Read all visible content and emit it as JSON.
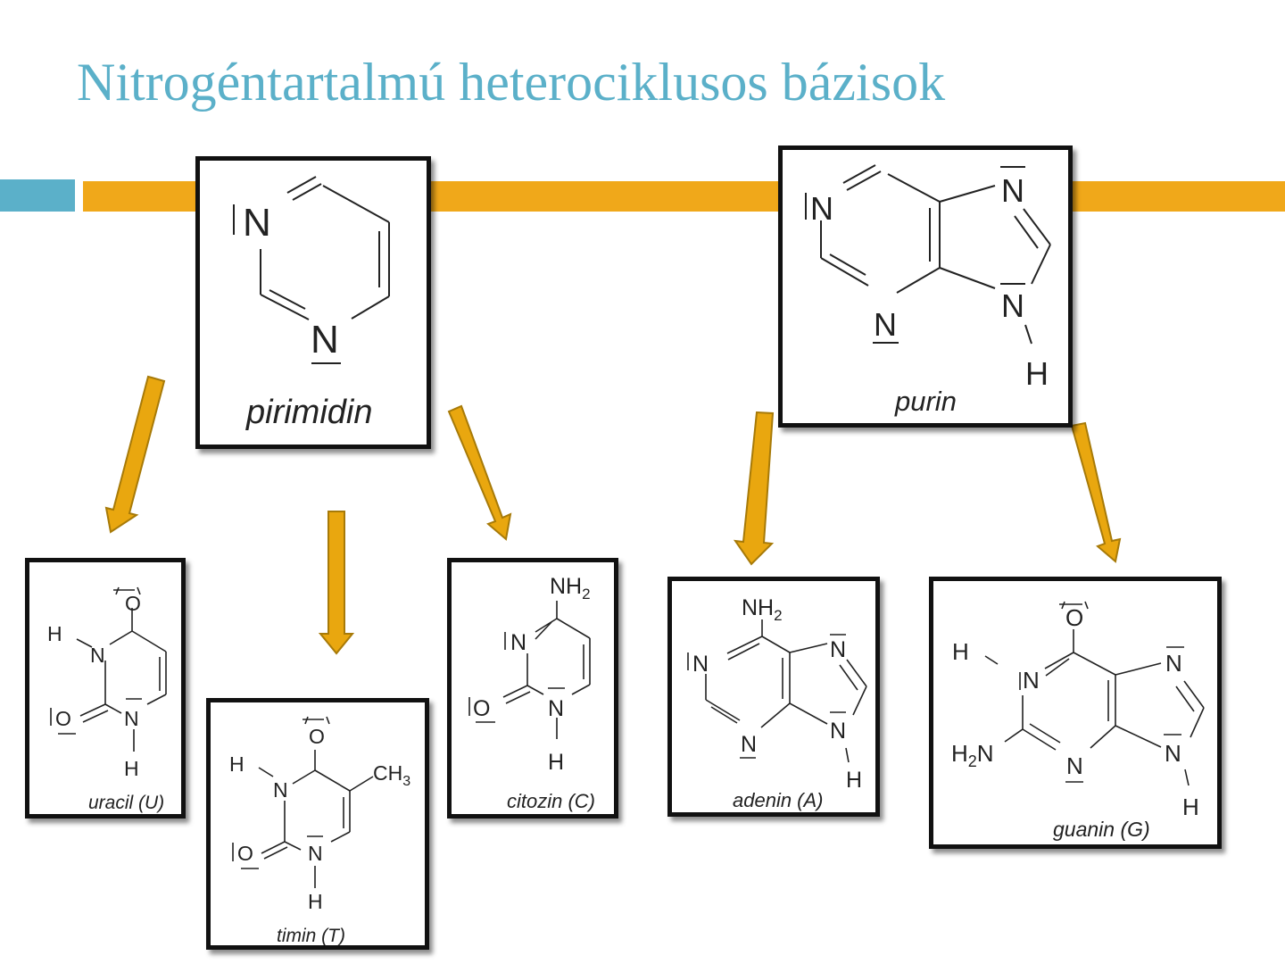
{
  "slide": {
    "title": "Nitrogéntartalmú heterociklusos bázisok"
  },
  "molecules": {
    "pirimidin": {
      "caption": "pirimidin",
      "atoms": {
        "n1": "N",
        "n3": "N"
      }
    },
    "purin": {
      "caption": "purin",
      "atoms": {
        "n1": "N",
        "n3": "N",
        "n7": "N",
        "n9": "N",
        "h9": "H"
      }
    },
    "uracil": {
      "caption": "uracil (U)",
      "atoms": {
        "o4": "O",
        "h3": "H",
        "n3": "N",
        "o2": "O",
        "n1": "N",
        "h1": "H"
      }
    },
    "timin": {
      "caption": "timin (T)",
      "atoms": {
        "o4": "O",
        "h3": "H",
        "n3": "N",
        "ch3_c": "CH",
        "ch3_sub": "3",
        "o2": "O",
        "n1": "N",
        "h1": "H"
      }
    },
    "citozin": {
      "caption": "citozin (C)",
      "atoms": {
        "nh2_n": "NH",
        "nh2_sub": "2",
        "n3": "N",
        "o2": "O",
        "n1": "N",
        "h1": "H"
      }
    },
    "adenin": {
      "caption": "adenin (A)",
      "atoms": {
        "nh2_n": "NH",
        "nh2_sub": "2",
        "n1": "N",
        "n3": "N",
        "n7": "N",
        "n9": "N",
        "h9": "H"
      }
    },
    "guanin": {
      "caption": "guanin (G)",
      "atoms": {
        "o6": "O",
        "h1": "H",
        "n1": "N",
        "n3": "N",
        "nh2_h": "H",
        "nh2_sub": "2",
        "nh2_n": "N",
        "n7": "N",
        "n9": "N",
        "h9": "H"
      }
    }
  },
  "colors": {
    "title": "#5bb0c9",
    "accent_blue": "#5bb0c9",
    "accent_orange": "#f0a81a",
    "arrow_fill": "#e9a70f",
    "arrow_stroke": "#a77a08"
  }
}
